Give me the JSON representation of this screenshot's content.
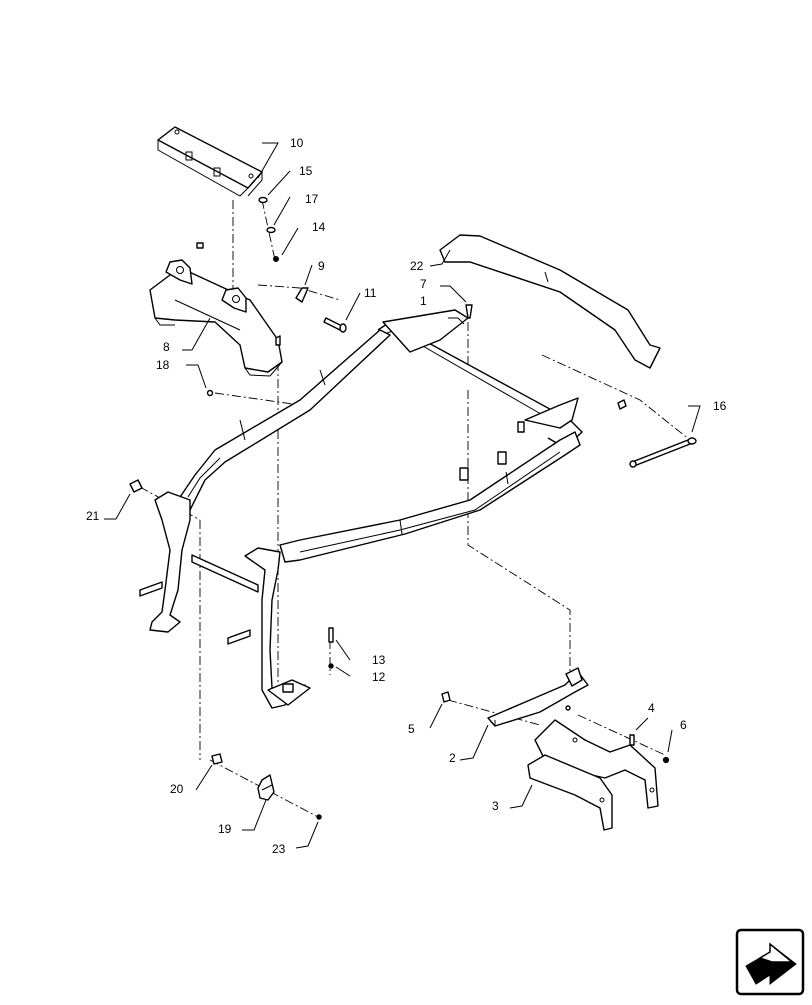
{
  "callouts": [
    "1",
    "2",
    "3",
    "4",
    "5",
    "6",
    "7",
    "8",
    "9",
    "10",
    "11",
    "12",
    "13",
    "14",
    "15",
    "16",
    "17",
    "18",
    "19",
    "20",
    "21",
    "22",
    "23"
  ],
  "icons": {
    "nav": "next-arrow-icon"
  }
}
